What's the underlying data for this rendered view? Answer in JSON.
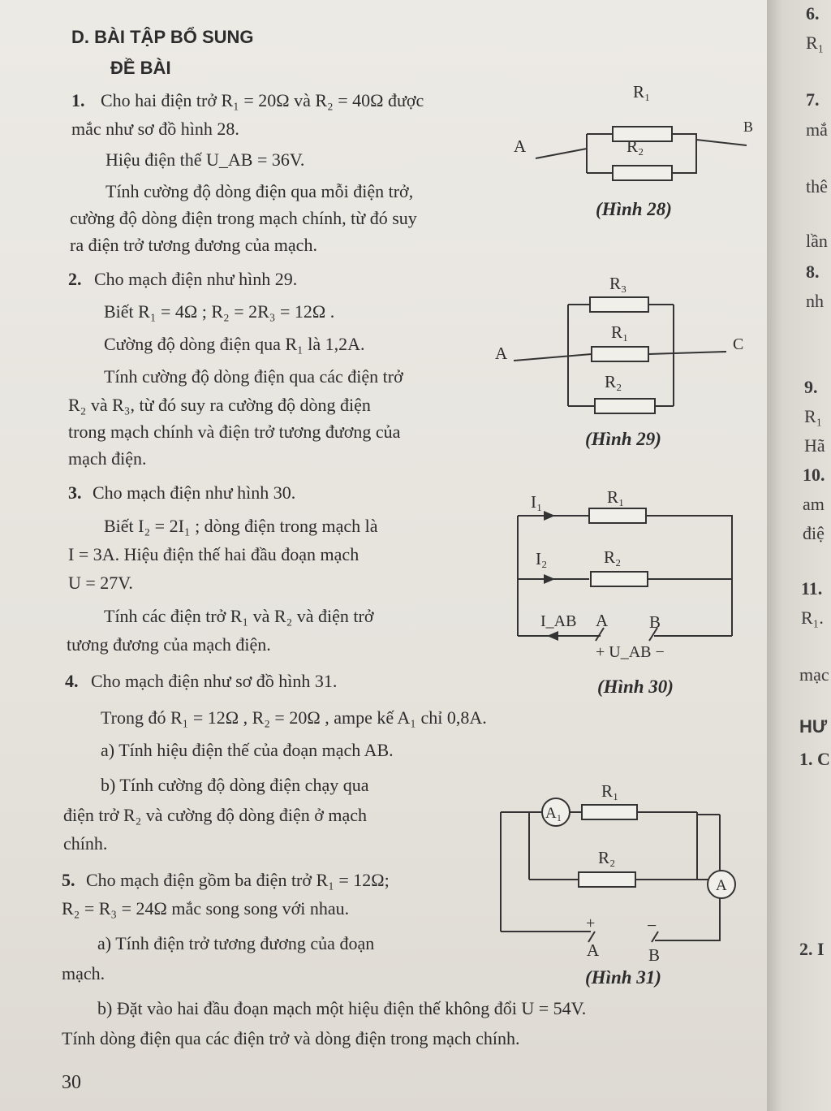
{
  "section": {
    "title": "D. BÀI TẬP BỔ SUNG",
    "subtitle": "ĐỀ BÀI"
  },
  "p1": {
    "num": "1.",
    "l1": "Cho hai điện trở R₁ = 20Ω và R₂ = 40Ω được",
    "l2": "mắc như sơ đồ hình 28.",
    "l3": "Hiệu điện thế U_AB = 36V.",
    "l4": "Tính cường độ dòng điện qua mỗi điện trở,",
    "l5": "cường độ dòng điện trong mạch chính, từ đó suy",
    "l6": "ra điện trở tương đương của mạch."
  },
  "p2": {
    "num": "2.",
    "l1": "Cho mạch điện như hình 29.",
    "l2": "Biết R₁ = 4Ω ; R₂ = 2R₃ = 12Ω .",
    "l3": "Cường độ dòng điện qua R₁ là 1,2A.",
    "l4": "Tính cường độ dòng điện qua các điện trở",
    "l5": "R₂ và R₃, từ đó suy ra cường độ dòng điện",
    "l6": "trong mạch chính và điện trở tương đương của",
    "l7": "mạch điện."
  },
  "p3": {
    "num": "3.",
    "l1": "Cho mạch điện như hình 30.",
    "l2": "Biết I₂ = 2I₁ ; dòng điện trong mạch là",
    "l3": "I = 3A. Hiệu điện thế hai đầu đoạn mạch",
    "l4": "U = 27V.",
    "l5": "Tính các điện trở R₁ và R₂ và điện trở",
    "l6": "tương đương của mạch điện."
  },
  "p4": {
    "num": "4.",
    "l1": "Cho mạch điện như sơ đồ hình 31.",
    "l2": "Trong đó R₁ = 12Ω , R₂ = 20Ω , ampe kế A₁ chỉ 0,8A.",
    "l3": "a) Tính hiệu điện thế của đoạn mạch AB.",
    "l4": "b) Tính cường độ dòng điện chạy qua",
    "l5": "điện trở R₂ và cường độ dòng điện ở mạch",
    "l6": "chính."
  },
  "p5": {
    "num": "5.",
    "l1": "Cho mạch điện gồm ba điện trở R₁ = 12Ω;",
    "l2": "R₂ = R₃ = 24Ω mắc song song với nhau.",
    "l3": "a) Tính điện trở tương đương của đoạn",
    "l4": "mạch.",
    "l5": "b) Đặt vào hai đầu đoạn mạch một hiệu điện thế không đổi U = 54V.",
    "l6": "Tính dòng điện qua các điện trở và dòng điện trong mạch chính."
  },
  "page_number": "30",
  "fig28": {
    "caption": "(Hình 28)",
    "r1": "R₁",
    "r2": "R₂",
    "a": "A",
    "b": "B"
  },
  "fig29": {
    "caption": "(Hình 29)",
    "r1": "R₁",
    "r2": "R₂",
    "r3": "R₃",
    "a": "A",
    "c": "C"
  },
  "fig30": {
    "caption": "(Hình 30)",
    "r1": "R₁",
    "r2": "R₂",
    "i1": "I₁",
    "i2": "I₂",
    "iab": "I_AB",
    "a": "A",
    "b": "B",
    "uab": "+ U_AB −"
  },
  "fig31": {
    "caption": "(Hình 31)",
    "r1": "R₁",
    "r2": "R₂",
    "a1": "A₁",
    "am": "A",
    "a": "A",
    "b": "B",
    "plus": "+",
    "minus": "−"
  },
  "next_page": [
    "6.",
    "R₁",
    "7.",
    "mắ",
    "thê",
    "lần",
    "8.",
    "nh",
    "9.",
    "R₁",
    "Hã",
    "10.",
    "am",
    "điệ",
    "11.",
    "R₁.",
    "mạc",
    "HƯ",
    "1. C",
    "2. I"
  ]
}
